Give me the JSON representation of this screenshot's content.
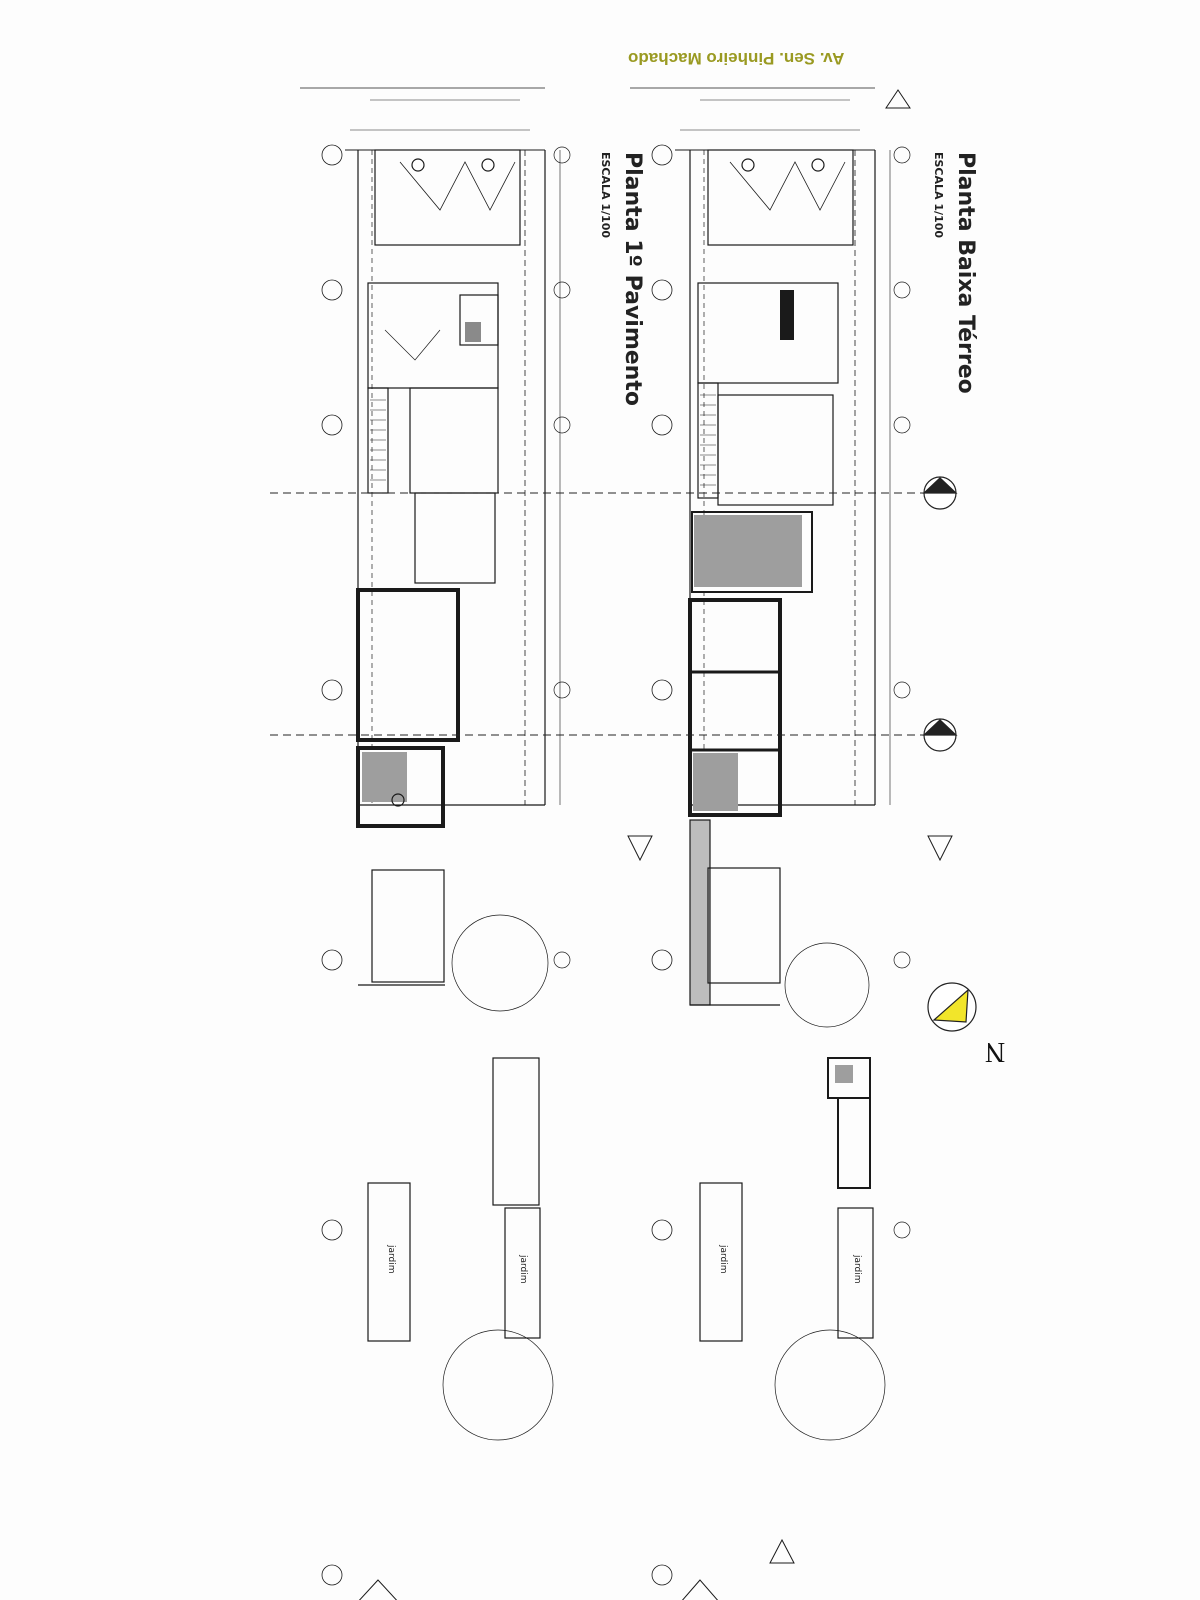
{
  "street_label": "Av. Sen. Pinheiro Machado",
  "north_label": "N",
  "plans": [
    {
      "title": "Planta 1º Pavimento",
      "scale": "ESCALA 1/100"
    },
    {
      "title": "Planta Baixa Térreo",
      "scale": "ESCALA 1/100"
    }
  ],
  "garden_label": "jardim",
  "colors": {
    "north_arrow": "#f2e52a",
    "street_text": "#9a9a22",
    "line": "#1a1a1a",
    "shade": "#9e9e9e"
  }
}
